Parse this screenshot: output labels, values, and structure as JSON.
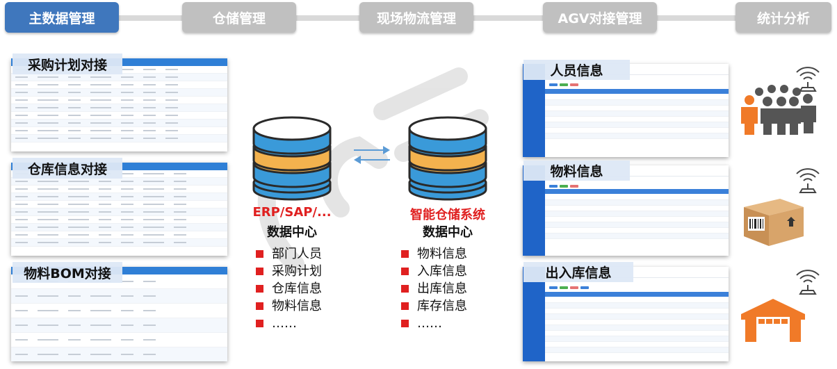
{
  "nav": {
    "tabs": [
      {
        "label": "主数据管理",
        "active": true
      },
      {
        "label": "仓储管理",
        "active": false
      },
      {
        "label": "现场物流管理",
        "active": false
      },
      {
        "label": "AGV对接管理",
        "active": false
      },
      {
        "label": "统计分析",
        "active": false
      }
    ]
  },
  "left_panels": [
    {
      "label": "采购计划对接"
    },
    {
      "label": "仓库信息对接"
    },
    {
      "label": "物料BOM对接"
    }
  ],
  "center": {
    "left_db": {
      "title": "ERP/SAP/...",
      "subtitle": "数据中心",
      "items": [
        "部门人员",
        "采购计划",
        "仓库信息",
        "物料信息",
        "……"
      ]
    },
    "right_db": {
      "title": "智能仓储系统",
      "subtitle": "数据中心",
      "items": [
        "物料信息",
        "入库信息",
        "出库信息",
        "库存信息",
        "……"
      ]
    }
  },
  "right_panels": [
    {
      "label": "人员信息",
      "icon": "people-icon"
    },
    {
      "label": "物料信息",
      "icon": "box-icon"
    },
    {
      "label": "出入库信息",
      "icon": "warehouse-icon"
    }
  ],
  "colors": {
    "nav_active": "#3f77bd",
    "nav_inactive": "#c0c0c0",
    "db_blue": "#3a9ad9",
    "db_orange": "#f3b24e",
    "highlight_red": "#e02020",
    "icon_orange": "#f07a28"
  }
}
